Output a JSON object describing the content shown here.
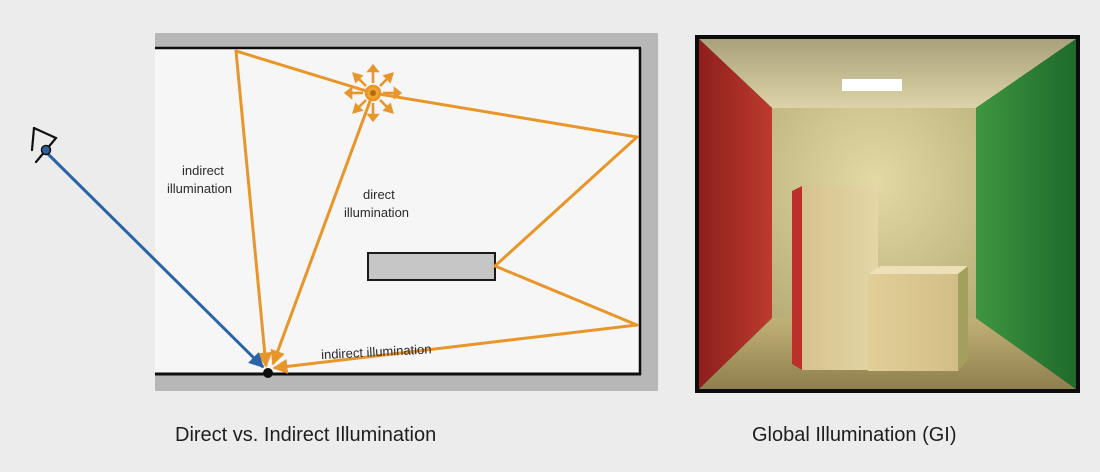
{
  "left_panel": {
    "caption": "Direct vs. Indirect Illumination",
    "labels": {
      "indirect_left_line1": "indirect",
      "indirect_left_line2": "illumination",
      "direct_line1": "direct",
      "direct_line2": "illumination",
      "indirect_bottom": "indirect illumination"
    },
    "colors": {
      "ray": "#e8952a",
      "view_ray": "#2b63a7",
      "wall": "#b7b7b7",
      "frame": "#0e0e0e",
      "panel": "#f6f6f6",
      "occluder": "#c6c6c6"
    },
    "icons": [
      "eye-icon",
      "light-source-icon"
    ]
  },
  "right_panel": {
    "caption": "Global Illumination (GI)",
    "colors": {
      "left_wall": "#b52b26",
      "right_wall": "#2f8a3a",
      "back_wall": "#d8cf9a",
      "ceiling": "#cfc59a",
      "floor": "#c8b67a",
      "light": "#ffffff",
      "frame": "#0c0c0c"
    }
  }
}
